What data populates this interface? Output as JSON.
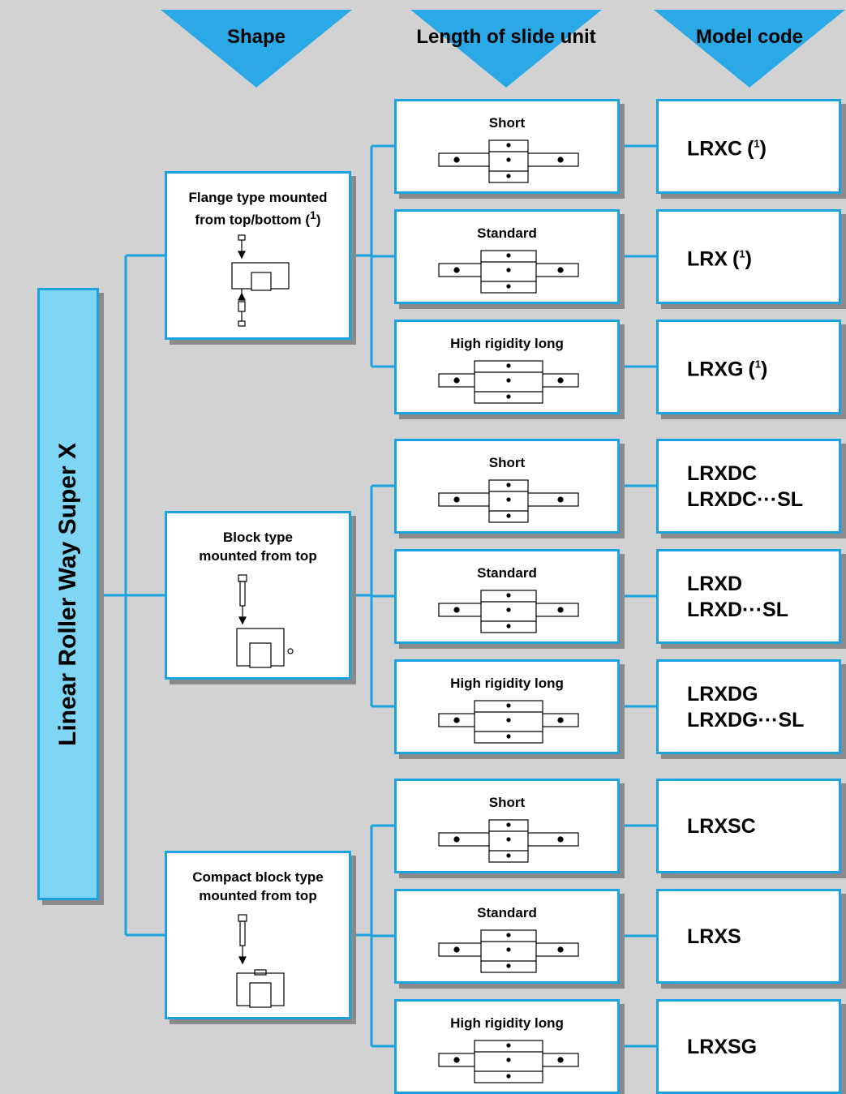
{
  "colors": {
    "background": "#d2d2d2",
    "accent": "#1aa3e0",
    "accent_light": "#7ed6f4",
    "shadow": "#8a8a8a"
  },
  "headers": {
    "shape": "Shape",
    "length": "Length of slide unit",
    "model": "Model code"
  },
  "main_title": "Linear Roller Way Super X",
  "groups": [
    {
      "shape_line1": "Flange type mounted",
      "shape_line2": "from top/bottom",
      "shape_note": "1",
      "shape_icon": "flange-type-slide-unit-drawing",
      "variants": [
        {
          "length": "Short",
          "code1": "LRXC",
          "code2": "",
          "note": "1",
          "icon": "short-slide-unit-drawing"
        },
        {
          "length": "Standard",
          "code1": "LRX",
          "code2": "",
          "note": "1",
          "icon": "standard-slide-unit-drawing"
        },
        {
          "length": "High rigidity long",
          "code1": "LRXG",
          "code2": "",
          "note": "1",
          "icon": "long-slide-unit-drawing"
        }
      ]
    },
    {
      "shape_line1": "Block type",
      "shape_line2": "mounted from top",
      "shape_note": "",
      "shape_icon": "block-type-slide-unit-drawing",
      "variants": [
        {
          "length": "Short",
          "code1": "LRXDC",
          "code2": "LRXDC···SL",
          "note": "",
          "icon": "short-slide-unit-drawing"
        },
        {
          "length": "Standard",
          "code1": "LRXD",
          "code2": "LRXD···SL",
          "note": "",
          "icon": "standard-slide-unit-drawing"
        },
        {
          "length": "High rigidity long",
          "code1": "LRXDG",
          "code2": "LRXDG···SL",
          "note": "",
          "icon": "long-slide-unit-drawing"
        }
      ]
    },
    {
      "shape_line1": "Compact block type",
      "shape_line2": "mounted from top",
      "shape_note": "",
      "shape_icon": "compact-block-type-slide-unit-drawing",
      "variants": [
        {
          "length": "Short",
          "code1": "LRXSC",
          "code2": "",
          "note": "",
          "icon": "short-slide-unit-drawing"
        },
        {
          "length": "Standard",
          "code1": "LRXS",
          "code2": "",
          "note": "",
          "icon": "standard-slide-unit-drawing"
        },
        {
          "length": "High rigidity long",
          "code1": "LRXSG",
          "code2": "",
          "note": "",
          "icon": "long-slide-unit-drawing"
        }
      ]
    }
  ]
}
